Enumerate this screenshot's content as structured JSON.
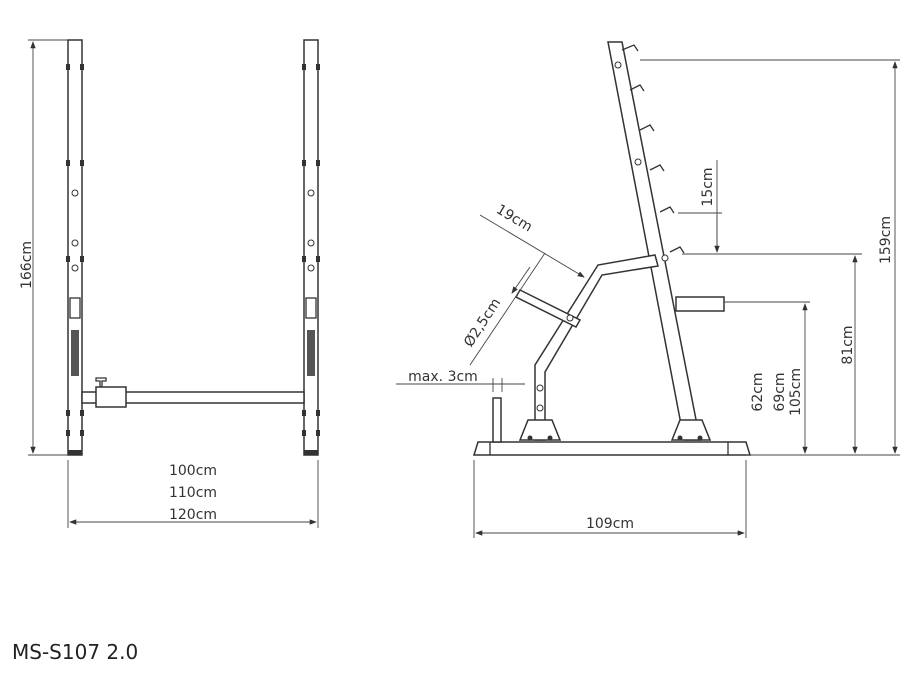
{
  "product": {
    "model": "MS-S107 2.0"
  },
  "front_view": {
    "height_label": "166cm",
    "width_labels": [
      "100cm",
      "110cm",
      "120cm"
    ]
  },
  "side_view": {
    "hook_spacing_label": "15cm",
    "arm_length_label": "19cm",
    "arm_diameter_label": "Ø2,5cm",
    "gap_label": "max. 3cm",
    "height_labels": [
      "62cm",
      "69cm",
      "105cm"
    ],
    "mid_height_label": "81cm",
    "total_height_label": "159cm",
    "depth_label": "109cm"
  }
}
